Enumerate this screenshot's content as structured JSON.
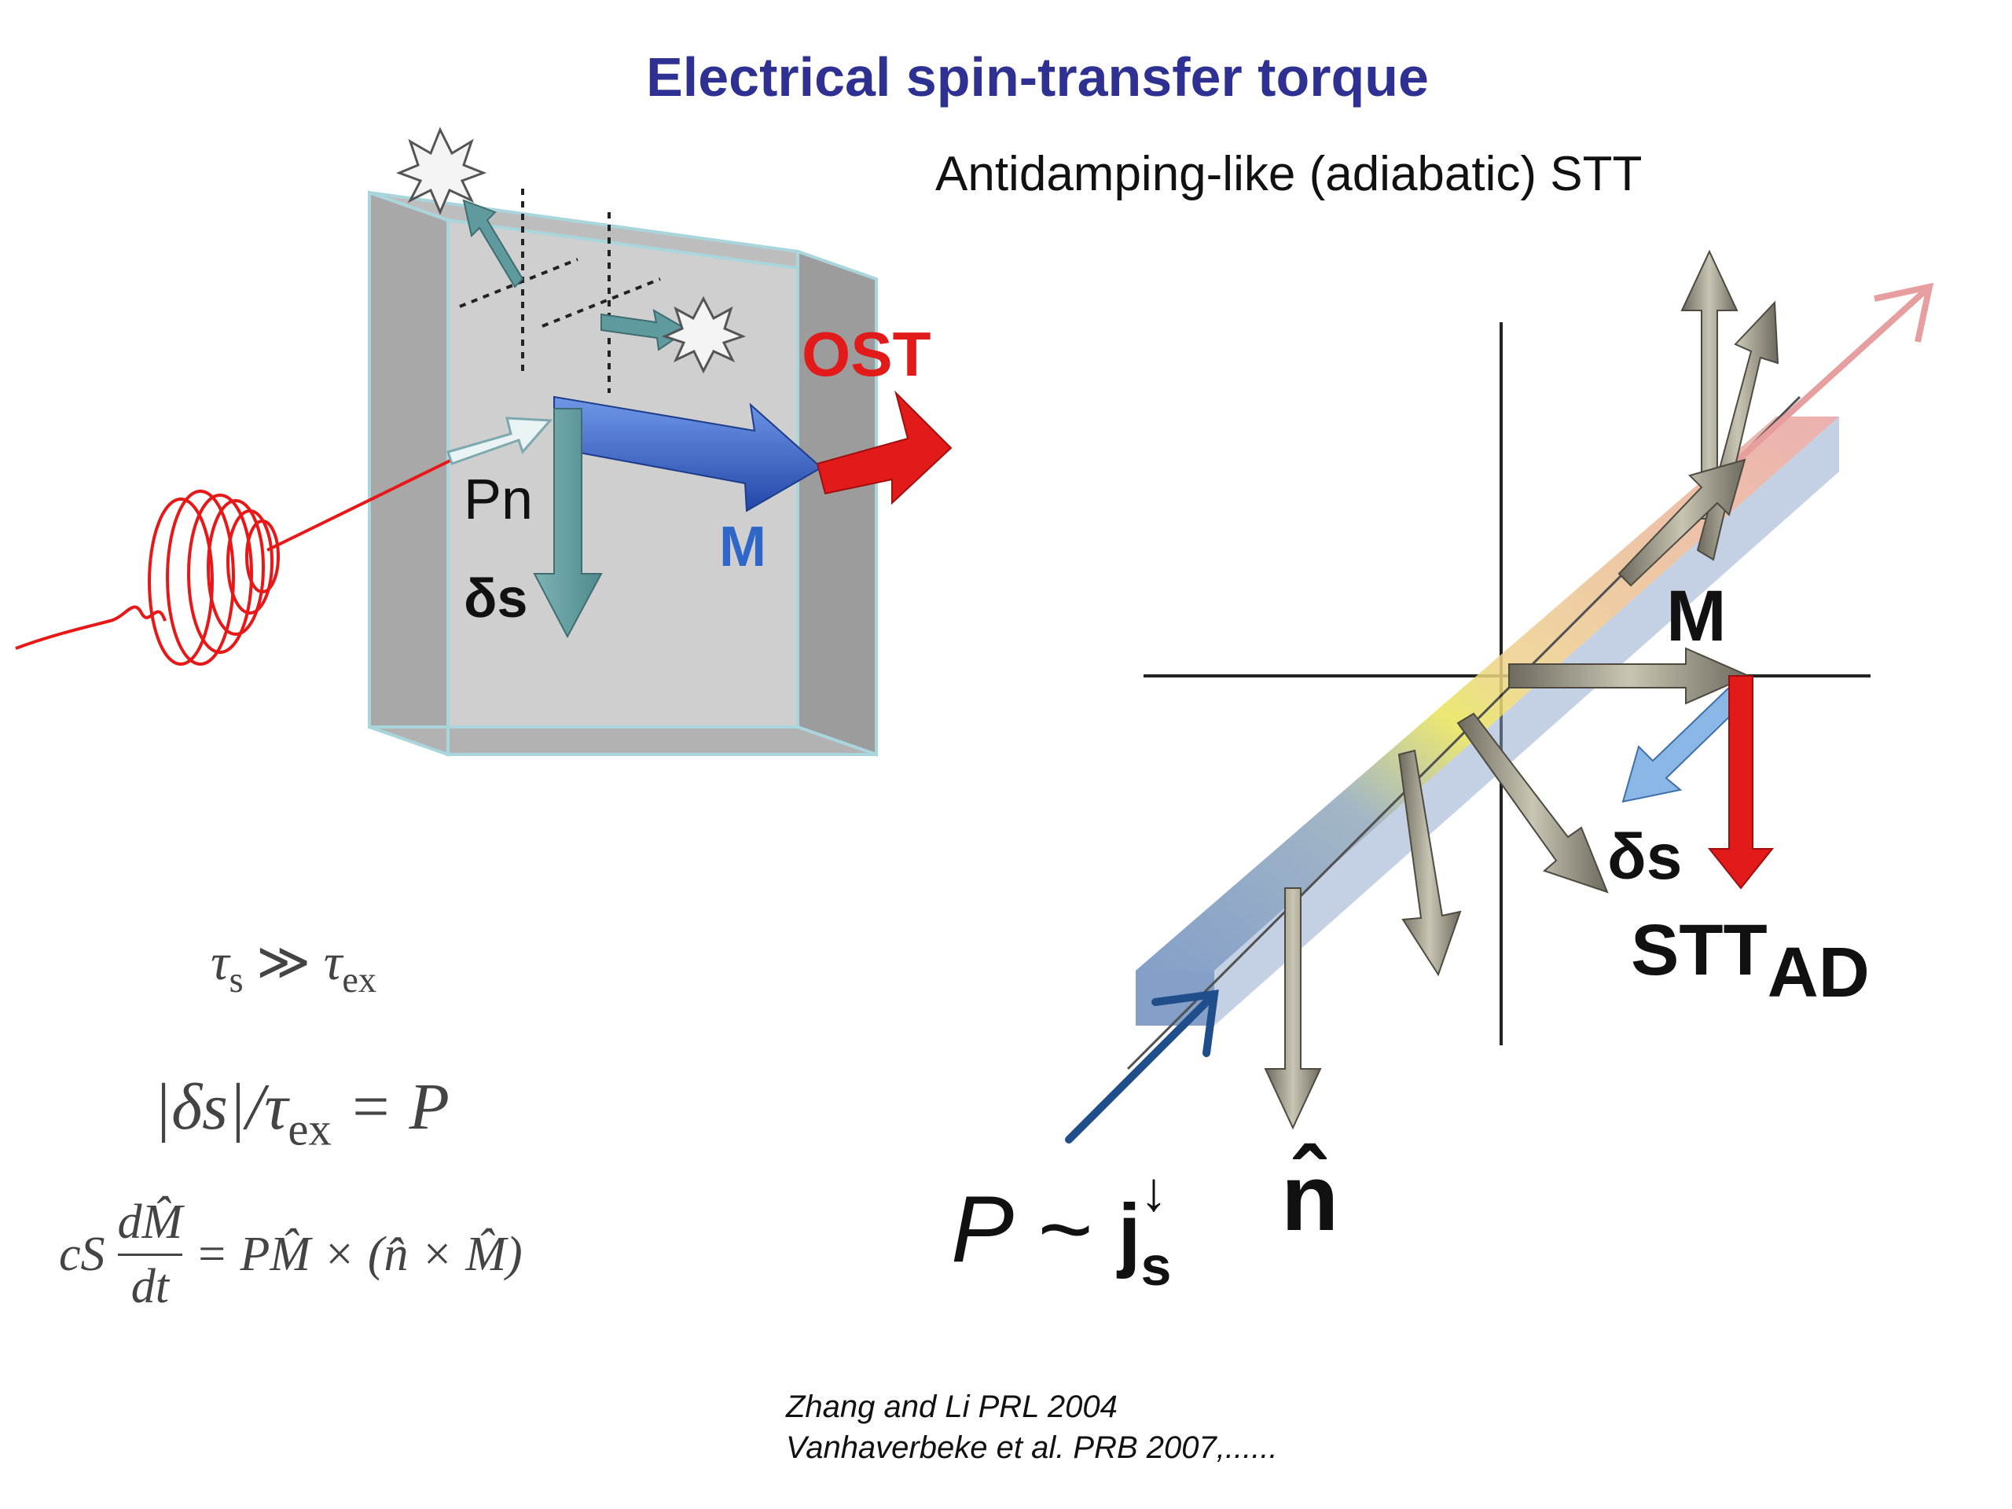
{
  "title": "Electrical spin-transfer torque",
  "subtitle": "Antidamping-like (adiabatic) STT",
  "colors": {
    "title": "#2E3192",
    "photon": "#E81818",
    "ostt": "#E31A1A",
    "m_blue": "#2F67C8",
    "teal": "#5E9A9E",
    "gray_arrow": "#8C8778"
  },
  "left_figure": {
    "ostt_label": "OST",
    "pn_label": "Pn",
    "m_label": "M",
    "ds_label": "δs"
  },
  "right_figure": {
    "m_label": "M",
    "ds_label": "δs",
    "stt_label": "STT",
    "stt_sub": "AD",
    "n_label": "n̂",
    "p_label": "P ~ ",
    "j_label": "j",
    "j_sub": "s",
    "j_sup": "↓"
  },
  "equations": {
    "eq1": {
      "tau_s": "τ",
      "s_sub": "s",
      "rel": " ≫ ",
      "tau_ex": "τ",
      "ex_sub": "ex"
    },
    "eq2": {
      "lhs": "|δs|/τ",
      "ex_sub": "ex",
      "rhs": " = P"
    },
    "eq3": {
      "pre": "cS",
      "num": "dM̂",
      "den": "dt",
      "rhs": "= PM̂ × (n̂ × M̂)"
    }
  },
  "references": [
    "Zhang and Li PRL 2004",
    "Vanhaverbeke et al. PRB 2007,......"
  ]
}
